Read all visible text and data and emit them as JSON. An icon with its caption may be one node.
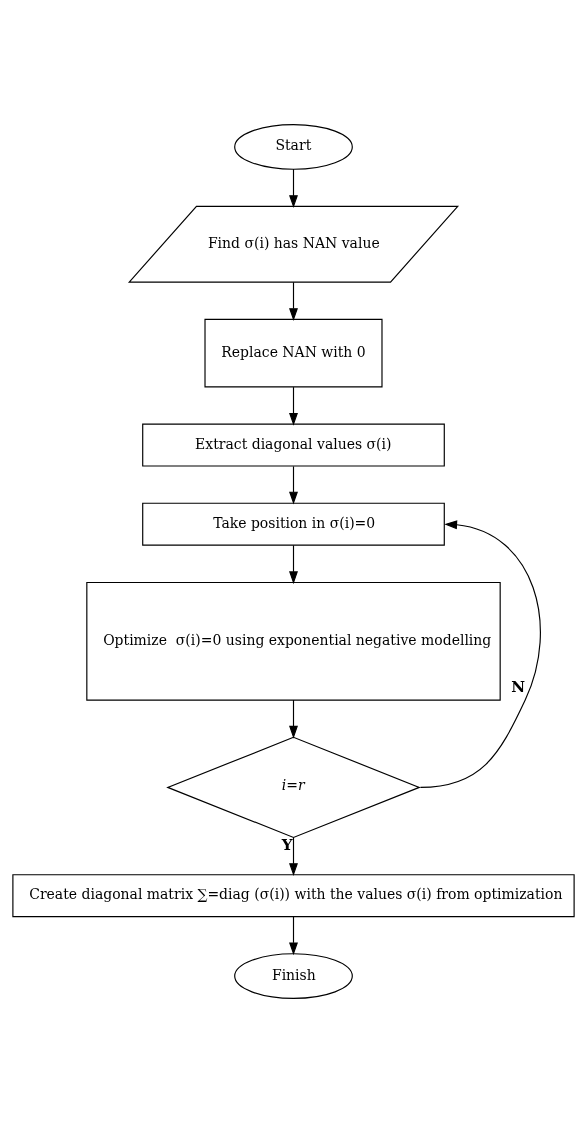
{
  "diagram": {
    "nodes": [
      {
        "text": [
          "Start"
        ]
      },
      {
        "text": [
          "Find σ(i) has NAN value"
        ]
      },
      {
        "text": [
          "Replace NAN with 0"
        ]
      },
      {
        "text": [
          "Extract diagonal values σ(i)"
        ]
      },
      {
        "text": [
          "Take position in σ(i)=0"
        ]
      },
      {
        "text": [
          "Optimize  σ(i)=0 using exponential negative modelling"
        ]
      },
      {
        "text": [
          "i=r"
        ]
      },
      {
        "text": [
          "Create diagonal matrix ∑=diag (σ(i)) with the values σ(i) from optimization"
        ]
      },
      {
        "text": [
          "Finish"
        ]
      }
    ],
    "edges": [
      {
        "from": 0,
        "to": 1,
        "arrow": "to"
      },
      {
        "from": 1,
        "to": 2,
        "arrow": "to"
      },
      {
        "from": 2,
        "to": 3,
        "arrow": "to"
      },
      {
        "from": 3,
        "to": 4,
        "arrow": "to"
      },
      {
        "from": 4,
        "to": 5,
        "arrow": "to"
      },
      {
        "from": 5,
        "to": 6,
        "arrow": "to"
      },
      {
        "from": 6,
        "to": 7,
        "label": "Y",
        "arrow": "to"
      },
      {
        "from": 6,
        "to": 4,
        "label": "N",
        "arrow": "to"
      },
      {
        "from": 7,
        "to": 8,
        "arrow": "to"
      }
    ]
  }
}
